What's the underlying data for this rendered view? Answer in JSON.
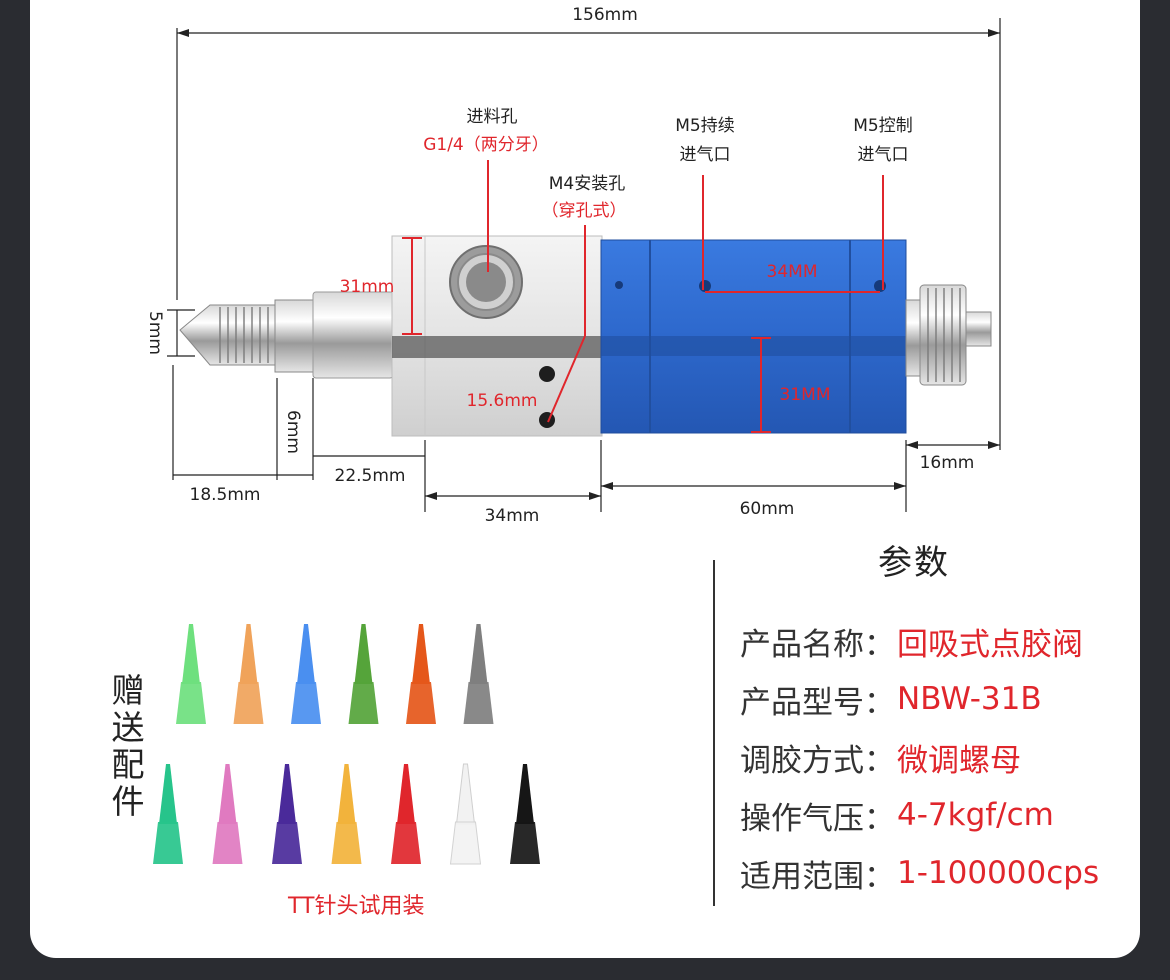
{
  "dimensions": {
    "total_length": "156mm",
    "left_height": "5mm",
    "nut_length": "18.5mm",
    "gap": "6mm",
    "fitting_length": "22.5mm",
    "body_height": "31mm",
    "body_length": "34mm",
    "hole_spacing": "15.6mm",
    "blue_length": "60mm",
    "blue_height": "31MM",
    "port_spacing": "34MM",
    "right_thread": "16mm"
  },
  "callouts": {
    "inlet_title": "进料孔",
    "inlet_spec": "G1/4（两分牙）",
    "mount_title": "M4安装孔",
    "mount_spec": "（穿孔式）",
    "m5_cont_line1": "M5持续",
    "m5_cont_line2": "进气口",
    "m5_ctrl_line1": "M5控制",
    "m5_ctrl_line2": "进气口"
  },
  "params": {
    "title": "参数",
    "rows": [
      {
        "label": "产品名称：",
        "value": "回吸式点胶阀"
      },
      {
        "label": "产品型号：",
        "value": "NBW-31B"
      },
      {
        "label": "调胶方式：",
        "value": "微调螺母"
      },
      {
        "label": "操作气压：",
        "value": "4-7kgf/cm"
      },
      {
        "label": "适用范围：",
        "value": "1-100000cps"
      }
    ]
  },
  "gift": {
    "label": "赠送配件",
    "caption": "TT针头试用装"
  },
  "colors": {
    "accent_red": "#e0262c",
    "valve_blue": "#2f6fd6",
    "tips_row1": [
      "#6ee07e",
      "#f0a35a",
      "#4a8ff0",
      "#55a43a",
      "#e5571a",
      "#7f7f7f"
    ],
    "tips_row2": [
      "#27c48b",
      "#e07ac0",
      "#4a2a9a",
      "#f2b33c",
      "#e0262c",
      "#f2f2f2",
      "#161616"
    ]
  }
}
